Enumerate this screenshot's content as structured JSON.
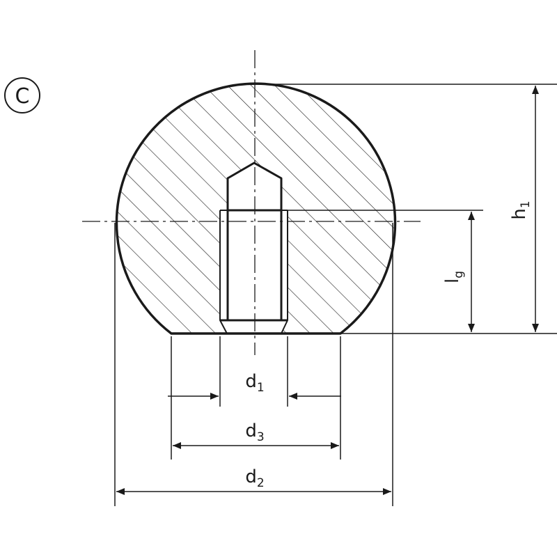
{
  "variant": {
    "letter": "C"
  },
  "dimensions": {
    "h1": {
      "base": "h",
      "sub": "1"
    },
    "lg": {
      "base": "l",
      "sub": "g"
    },
    "d1": {
      "base": "d",
      "sub": "1"
    },
    "d3": {
      "base": "d",
      "sub": "3"
    },
    "d2": {
      "base": "d",
      "sub": "2"
    }
  },
  "colors": {
    "line": "#1a1a1a",
    "background": "#ffffff"
  }
}
